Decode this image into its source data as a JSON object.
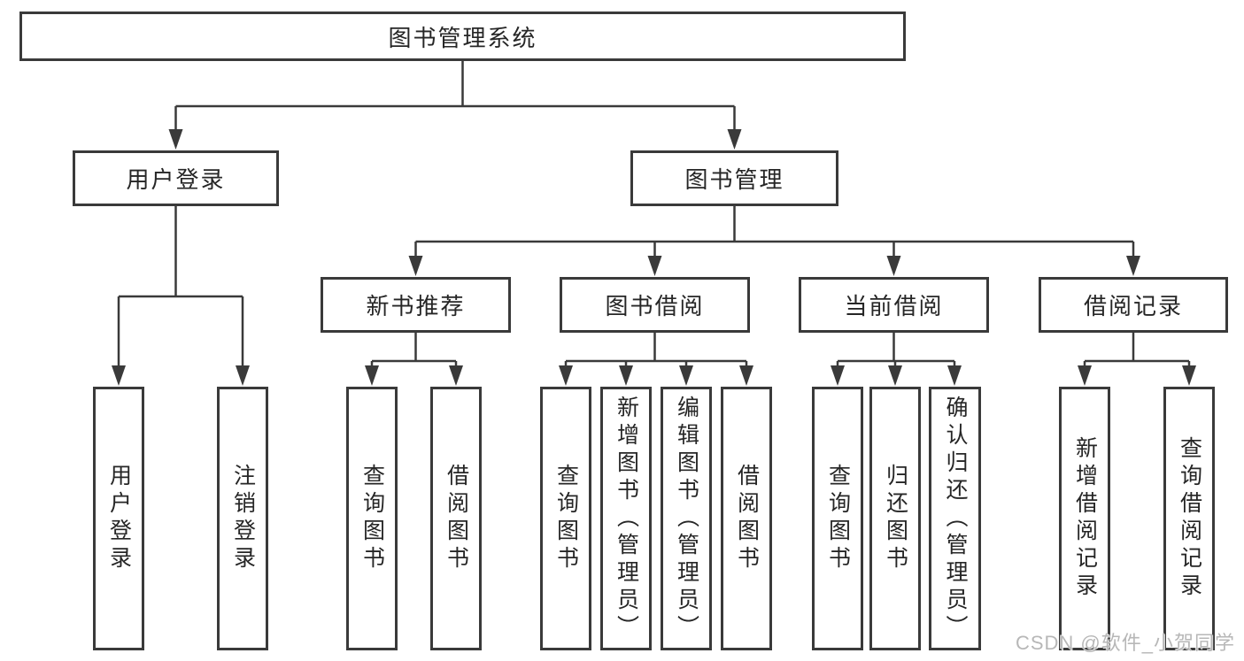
{
  "tree": {
    "label": "图书管理系统",
    "children": [
      {
        "label": "用户登录",
        "children": [
          {
            "label": "用户登录"
          },
          {
            "label": "注销登录"
          }
        ]
      },
      {
        "label": "图书管理",
        "children": [
          {
            "label": "新书推荐",
            "children": [
              {
                "label": "查询图书"
              },
              {
                "label": "借阅图书"
              }
            ]
          },
          {
            "label": "图书借阅",
            "children": [
              {
                "label": "查询图书"
              },
              {
                "label": "新增图书（管理员）"
              },
              {
                "label": "编辑图书（管理员）"
              },
              {
                "label": "借阅图书"
              }
            ]
          },
          {
            "label": "当前借阅",
            "children": [
              {
                "label": "查询图书"
              },
              {
                "label": "归还图书"
              },
              {
                "label": "确认归还（管理员）"
              }
            ]
          },
          {
            "label": "借阅记录",
            "children": [
              {
                "label": "新增借阅记录"
              },
              {
                "label": "查询借阅记录"
              }
            ]
          }
        ]
      }
    ]
  },
  "watermark": {
    "text": "CSDN @软件_小贺同学"
  },
  "colors": {
    "line": "#3a3a3a",
    "box_border": "#3a3a3a",
    "text": "#262626",
    "watermark": "#b7b7b7",
    "background": "#ffffff"
  }
}
